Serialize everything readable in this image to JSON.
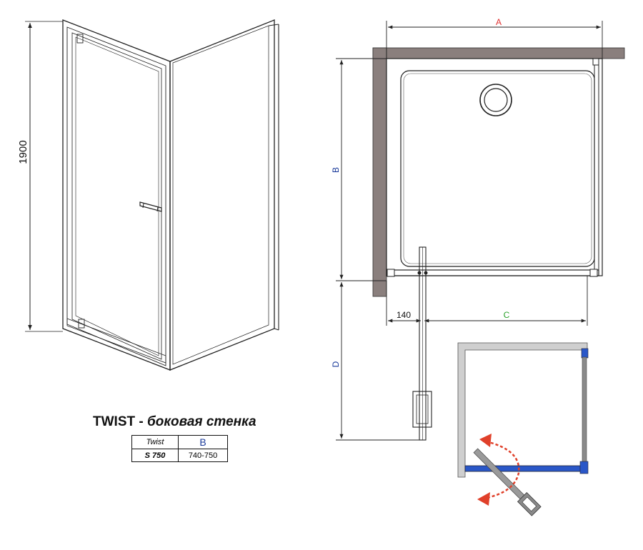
{
  "dimensions": {
    "height": "1900",
    "a": "A",
    "b": "B",
    "c": "C",
    "d": "D",
    "offset": "140"
  },
  "title": {
    "main": "TWIST",
    "sep": " - ",
    "sub": "боковая стенка"
  },
  "table": {
    "header": [
      "Twist",
      "B"
    ],
    "rows": [
      [
        "S 750",
        "740-750"
      ]
    ]
  },
  "colors": {
    "wall": "#8a7f7d",
    "dim_a": "#e03030",
    "dim_b": "#1a3a9a",
    "dim_c": "#2aa02a",
    "arrow": "#e0402a",
    "profile": "#2a57c8"
  }
}
